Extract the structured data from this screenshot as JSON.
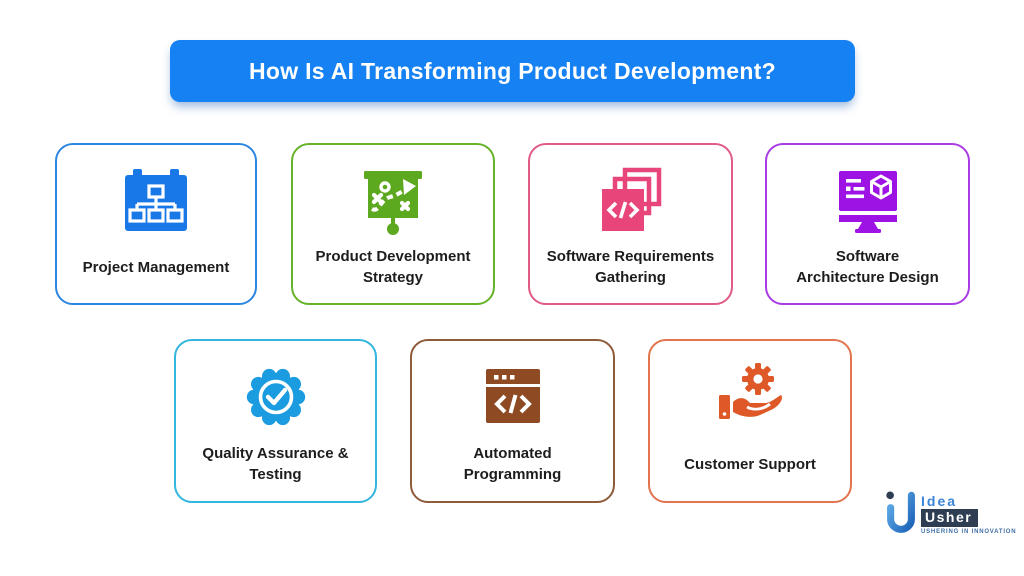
{
  "title_banner": {
    "text": "How Is AI Transforming Product Development?",
    "bg_color": "#1581f3",
    "text_color": "#ffffff"
  },
  "cards": [
    {
      "label": "Project Management",
      "border_color": "#2e86e0",
      "icon": "calendar-orgchart-icon",
      "icon_color": "#1878e8"
    },
    {
      "label": "Product Development\nStrategy",
      "border_color": "#66b32a",
      "icon": "strategy-board-icon",
      "icon_color": "#5ca81f"
    },
    {
      "label": "Software Requirements\nGathering",
      "border_color": "#e05c85",
      "icon": "stacked-code-squares-icon",
      "icon_color": "#e8457a"
    },
    {
      "label": "Software\nArchitecture Design",
      "border_color": "#aa3ce6",
      "icon": "monitor-architecture-icon",
      "icon_color": "#9d13e4"
    },
    {
      "label": "Quality Assurance &\nTesting",
      "border_color": "#33b6de",
      "icon": "badge-check-icon",
      "icon_color": "#1b9ce0"
    },
    {
      "label": "Automated\nProgramming",
      "border_color": "#8e5c3a",
      "icon": "code-window-icon",
      "icon_color": "#8e4a22"
    },
    {
      "label": "Customer Support",
      "border_color": "#e2744e",
      "icon": "hand-gear-icon",
      "icon_color": "#df5827"
    }
  ],
  "logo": {
    "brand_top": "Idea",
    "brand_bottom": "Usher",
    "tagline": "USHERING IN INNOVATION",
    "blue": "#3a85d8",
    "navy": "#2e3d52"
  }
}
